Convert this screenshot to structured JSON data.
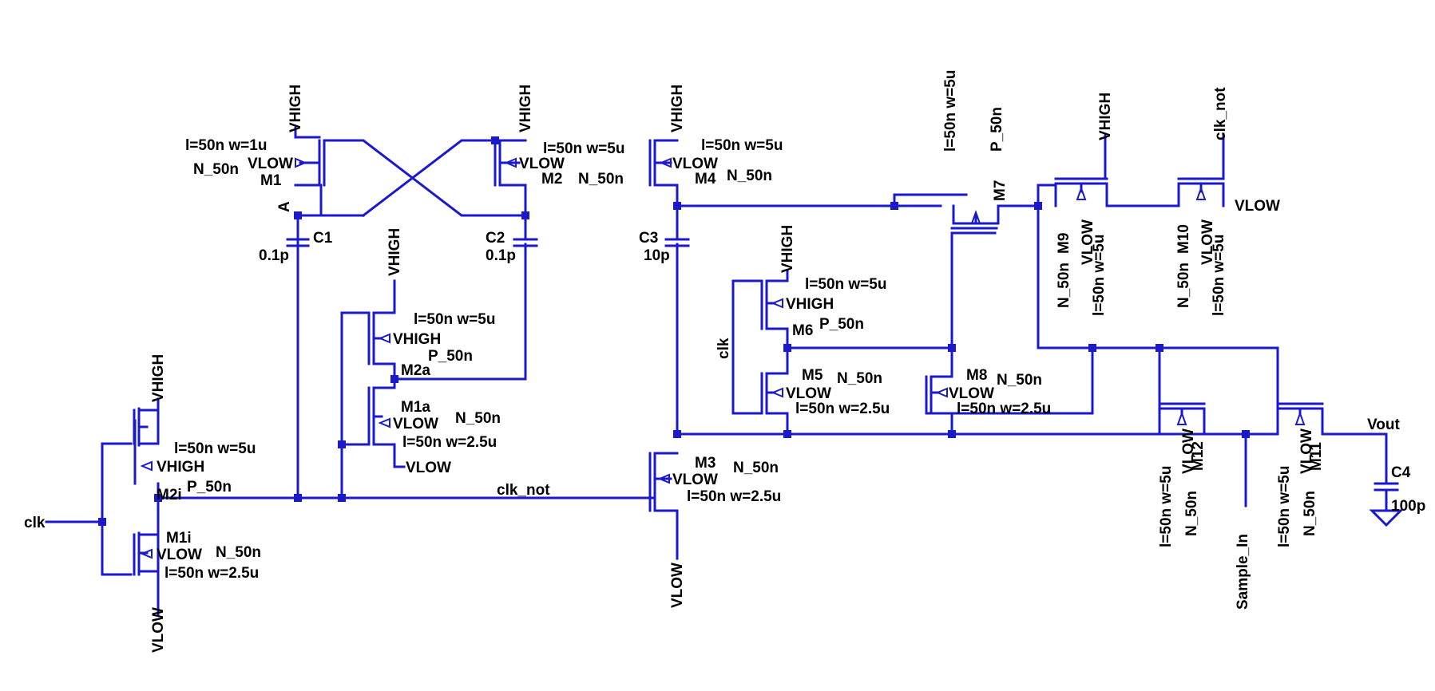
{
  "nets": {
    "clk": "clk",
    "clk_not": "clk_not",
    "vhigh": "VHIGH",
    "vlow": "VLOW",
    "vout": "Vout",
    "sample_in": "Sample_In",
    "node_a": "A"
  },
  "models": {
    "nmos": "N_50n",
    "pmos": "P_50n"
  },
  "sizes": {
    "w1u": "l=50n w=1u",
    "w5u": "l=50n w=5u",
    "w25u": "l=50n w=2.5u"
  },
  "caps": [
    {
      "name": "C1",
      "value": "0.1p"
    },
    {
      "name": "C2",
      "value": "0.1p"
    },
    {
      "name": "C3",
      "value": "10p"
    },
    {
      "name": "C4",
      "value": "100p"
    }
  ],
  "transistors": {
    "m1": "M1",
    "m2": "M2",
    "m3": "M3",
    "m4": "M4",
    "m5": "M5",
    "m6": "M6",
    "m7": "M7",
    "m8": "M8",
    "m9": "M9",
    "m10": "M10",
    "m11": "M11",
    "m12": "M12",
    "m1a": "M1a",
    "m2a": "M2a",
    "m1i": "M1i",
    "m2i": "M2i"
  }
}
